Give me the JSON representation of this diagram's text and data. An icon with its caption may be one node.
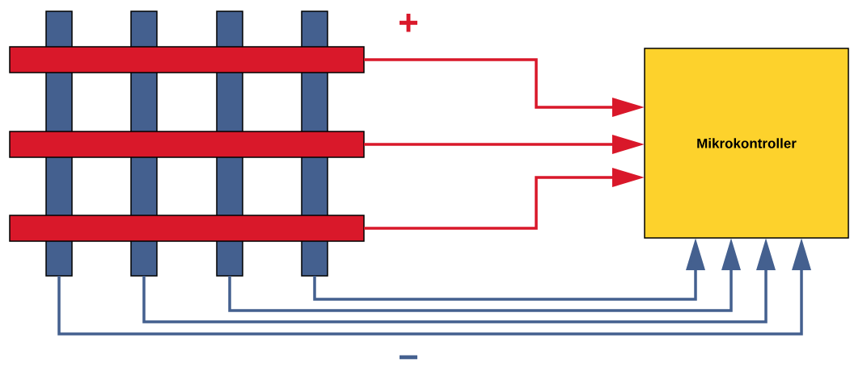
{
  "diagram": {
    "nodes": [
      {
        "text": [],
        "shape": "bar"
      },
      {
        "text": [],
        "shape": "bar"
      },
      {
        "text": [],
        "shape": "bar"
      },
      {
        "text": [],
        "shape": "bar"
      },
      {
        "text": [],
        "shape": "bar"
      },
      {
        "text": [],
        "shape": "bar"
      },
      {
        "text": [],
        "shape": "bar"
      },
      {
        "text": [
          "Mikrokontroller"
        ]
      }
    ],
    "edges": [
      {
        "from": 0,
        "to": 7,
        "arrow": "to",
        "color": "#d9182a"
      },
      {
        "from": 1,
        "to": 7,
        "arrow": "to",
        "color": "#d9182a"
      },
      {
        "from": 2,
        "to": 7,
        "arrow": "to",
        "color": "#d9182a"
      },
      {
        "from": 3,
        "to": 7,
        "arrow": "to",
        "color": "#44608f"
      },
      {
        "from": 4,
        "to": 7,
        "arrow": "to",
        "color": "#44608f"
      },
      {
        "from": 5,
        "to": 7,
        "arrow": "to",
        "color": "#44608f"
      },
      {
        "from": 6,
        "to": 7,
        "arrow": "to",
        "color": "#44608f"
      }
    ],
    "labels": [
      "+",
      "−"
    ]
  }
}
